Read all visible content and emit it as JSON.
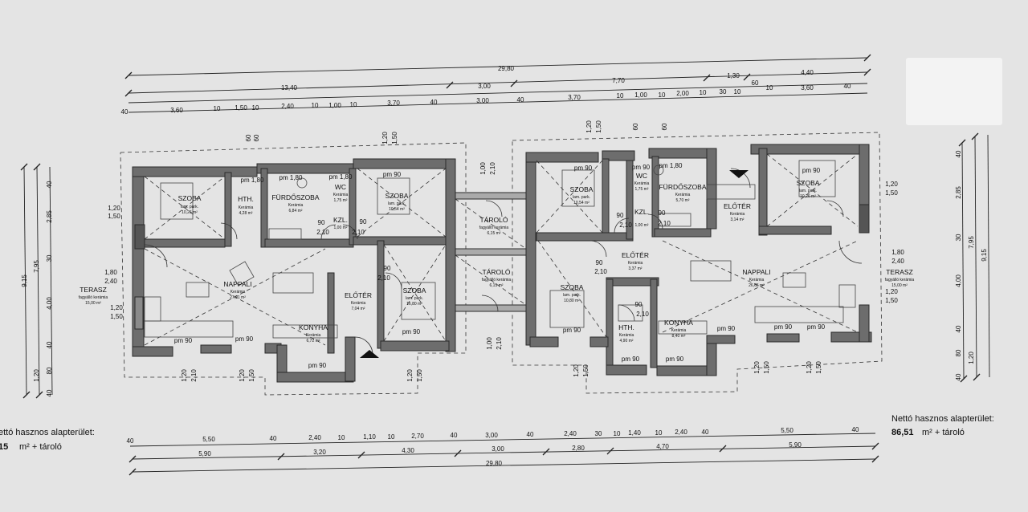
{
  "colors": {
    "paper": "#e4e4e4",
    "wall": "#6d6d6d",
    "ink": "#111111"
  },
  "rooms": {
    "l_szoba1": {
      "name": "SZOBA",
      "floor": "lam. park.",
      "area": "10,26 m²"
    },
    "l_hth": {
      "name": "HTH.",
      "floor": "Kerámia",
      "area": "4,28 m²"
    },
    "l_furdo": {
      "name": "FÜRDŐSZOBA",
      "floor": "Kerámia",
      "area": "6,84 m²"
    },
    "l_wc": {
      "name": "WC",
      "floor": "Kerámia",
      "area": "1,75 m²"
    },
    "l_szoba2": {
      "name": "SZOBA",
      "floor": "lam. park.",
      "area": "10,54 m²"
    },
    "l_kzl": {
      "name": "KZL.",
      "area": "1,00 m²"
    },
    "l_nappali": {
      "name": "NAPPALI",
      "floor": "Kerámia",
      "area": "27,91 m²"
    },
    "l_eloter": {
      "name": "ELŐTÉR",
      "floor": "Kerámia",
      "area": "7,04 m²"
    },
    "l_konyha": {
      "name": "KONYHA",
      "floor": "Kerámia",
      "area": "6,72 m²"
    },
    "l_szoba3": {
      "name": "SZOBA",
      "floor": "lam. park.",
      "area": "16,80 m²"
    },
    "l_terasz": {
      "name": "TERASZ",
      "floor": "fagyálló kerámia",
      "area": "15,00 m²"
    },
    "taroló_top": {
      "name": "TÁROLÓ",
      "floor": "fagyálló kerámia",
      "area": "6,15 m²"
    },
    "taroló_bot": {
      "name": "TÁROLÓ",
      "floor": "fagyálló kerámia",
      "area": "6,15 m²"
    },
    "r_szoba1": {
      "name": "SZOBA",
      "floor": "lam. park.",
      "area": "10,54 m²"
    },
    "r_wc": {
      "name": "WC",
      "floor": "Kerámia",
      "area": "1,75 m²"
    },
    "r_kzl": {
      "name": "KZL.",
      "area": "1,00 m²"
    },
    "r_furdo": {
      "name": "FÜRDŐSZOBA",
      "floor": "Kerámia",
      "area": "5,70 m²"
    },
    "r_eloter_top": {
      "name": "ELŐTÉR",
      "floor": "Kerámia",
      "area": "3,14 m²"
    },
    "r_szoba2": {
      "name": "SZOBA",
      "floor": "lam. park.",
      "area": "10,26 m²"
    },
    "r_eloter": {
      "name": "ELŐTÉR",
      "floor": "Kerámia",
      "area": "3,37 m²"
    },
    "r_nappali": {
      "name": "NAPPALI",
      "floor": "Kerámia",
      "area": "26,65 m²"
    },
    "r_szoba3": {
      "name": "SZOBA",
      "floor": "lam. park.",
      "area": "10,80 m²"
    },
    "r_hth": {
      "name": "HTH.",
      "floor": "Kerámia",
      "area": "4,90 m²"
    },
    "r_konyha": {
      "name": "KONYHA",
      "floor": "Kerámia",
      "area": "8,40 m²"
    },
    "r_terasz": {
      "name": "TERASZ",
      "floor": "fagyálló kerámia",
      "area": "15,00 m²"
    }
  },
  "top_dims": {
    "total": "29,80",
    "row2": [
      "13,40",
      "3,00",
      "7,70",
      "1,30",
      "4,40"
    ],
    "row2b": [
      "60",
      "10",
      "3,60",
      "40"
    ],
    "row3": [
      "40",
      "3,60",
      "10",
      "1,50",
      "10",
      "2,40",
      "10",
      "1,00",
      "10",
      "3,70",
      "40",
      "3,00",
      "40",
      "3,70",
      "10",
      "1,00",
      "10",
      "2,00",
      "10",
      "30",
      "10",
      "3,60",
      "40"
    ]
  },
  "bottom_dims": {
    "row1": [
      "40",
      "5,50",
      "40",
      "2,40",
      "10",
      "1,10",
      "10",
      "2,70",
      "40",
      "3,00",
      "40",
      "2,40",
      "30",
      "10",
      "1,40",
      "10",
      "2,40",
      "40",
      "5,50",
      "40"
    ],
    "row2": [
      "5,90",
      "3,20",
      "4,30",
      "3,00",
      "2,80",
      "4,70",
      "5,90"
    ],
    "total": "29,80"
  },
  "left_dims": [
    "40",
    "2,85",
    "30",
    "7,95",
    "9,15",
    "4,00",
    "40",
    "80",
    "1,20",
    "40"
  ],
  "right_dims": [
    "40",
    "2,85",
    "30",
    "7,95",
    "9,15",
    "4,00",
    "40",
    "80",
    "1,20",
    "40"
  ],
  "openings": {
    "pm90": "pm 90",
    "pm180": "pm 1,80",
    "w90": "90",
    "w210": "2,10",
    "w120": "1,20",
    "w150": "1,50",
    "w60": "60",
    "w180": "1,80",
    "w240": "2,40",
    "w100": "1,00"
  },
  "notes": {
    "left_label": "ettó hasznos alapterület:",
    "left_value_num": "15",
    "left_value_rest": "m² + tároló",
    "right_label": "Nettó hasznos alapterület:",
    "right_value_num": "86,51",
    "right_value_rest": "m² + tároló"
  }
}
